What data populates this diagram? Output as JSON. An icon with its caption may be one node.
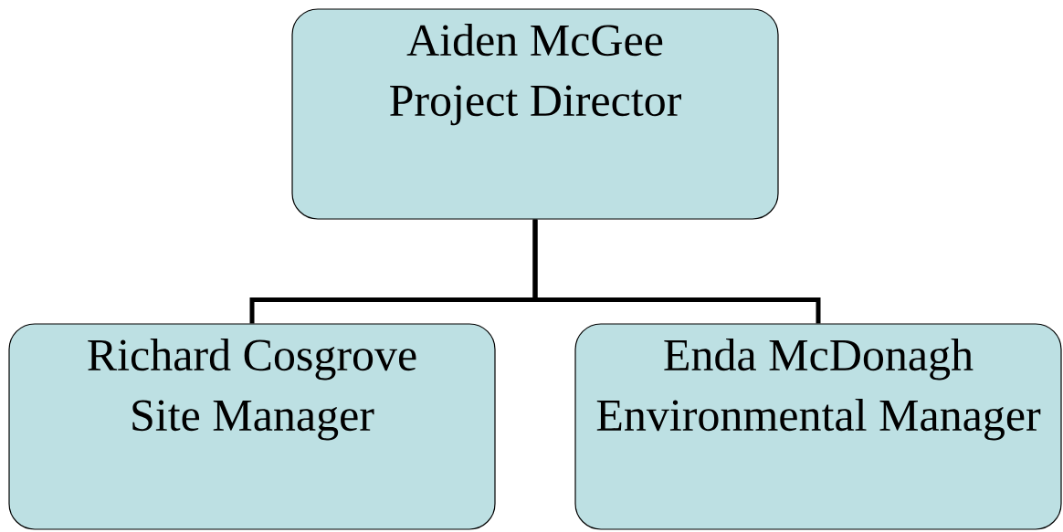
{
  "diagram": {
    "nodes": [
      {
        "text": [
          "Aiden McGee",
          "Project Director"
        ]
      },
      {
        "text": [
          "Richard Cosgrove",
          "Site Manager"
        ]
      },
      {
        "text": [
          "Enda McDonagh",
          "Environmental Manager"
        ]
      }
    ],
    "edges": [
      {
        "from": 0,
        "to": 1,
        "arrow": "none"
      },
      {
        "from": 0,
        "to": 2,
        "arrow": "none"
      }
    ]
  }
}
